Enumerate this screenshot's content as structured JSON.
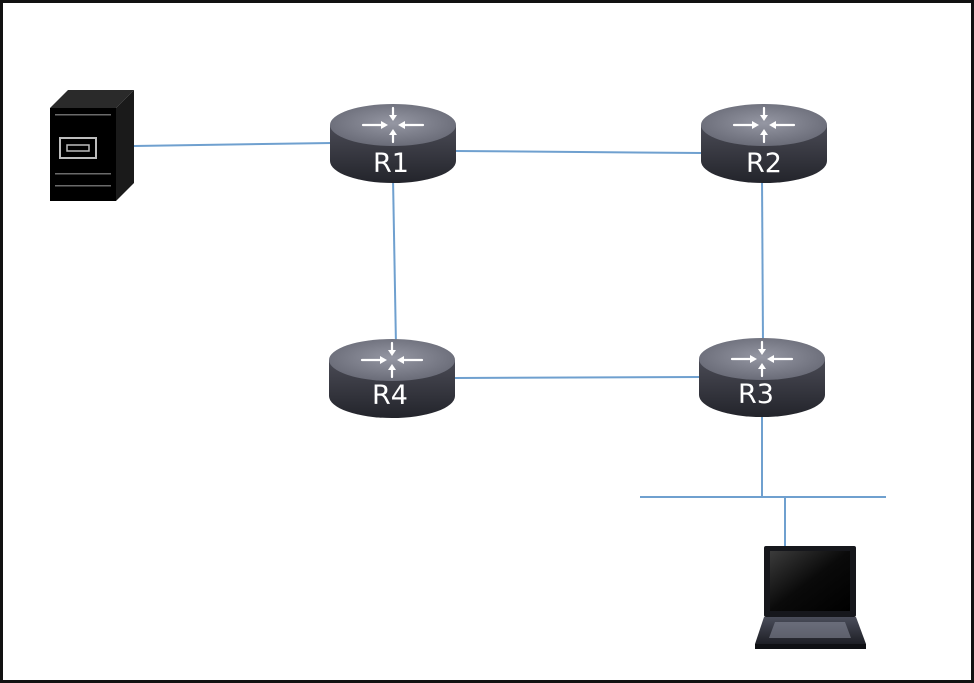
{
  "colors": {
    "link": "#6fa0cf",
    "router_top": "#7a7c89",
    "router_side": "#3a3b44",
    "device": "#111111",
    "frame": "#111111"
  },
  "icons": {
    "server": "server-icon",
    "router": "router-icon",
    "laptop": "laptop-icon"
  },
  "routers": {
    "r1": {
      "label": "R1"
    },
    "r2": {
      "label": "R2"
    },
    "r3": {
      "label": "R3"
    },
    "r4": {
      "label": "R4"
    }
  },
  "links": [
    {
      "from": "server",
      "to": "R1"
    },
    {
      "from": "R1",
      "to": "R2"
    },
    {
      "from": "R1",
      "to": "R4"
    },
    {
      "from": "R2",
      "to": "R3"
    },
    {
      "from": "R4",
      "to": "R3"
    },
    {
      "from": "R3",
      "to": "lan-segment"
    },
    {
      "from": "lan-segment",
      "to": "laptop"
    }
  ]
}
